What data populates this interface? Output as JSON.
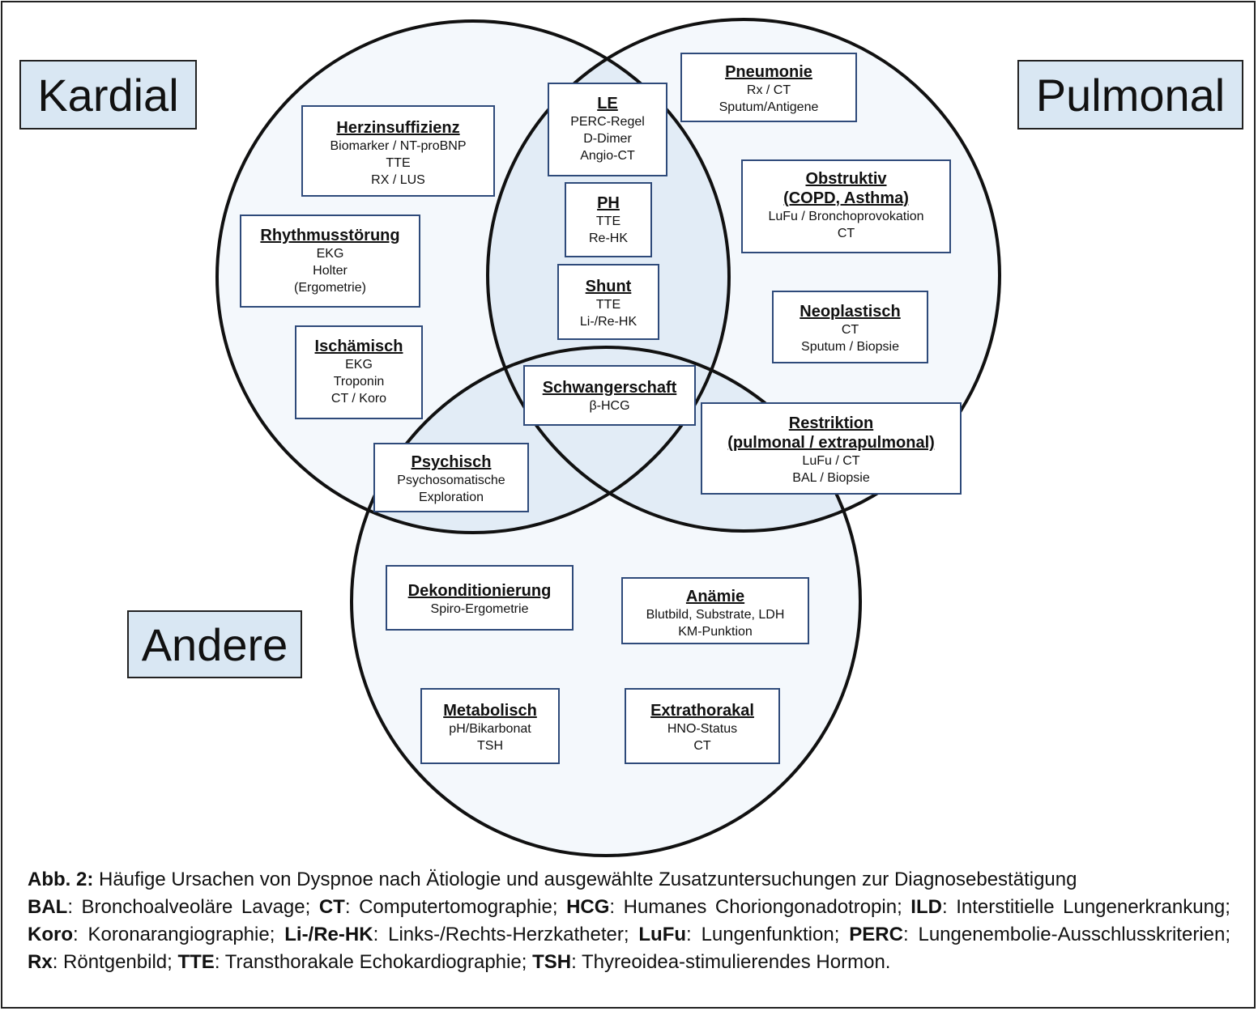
{
  "categories": {
    "kardial": "Kardial",
    "pulmonal": "Pulmonal",
    "andere": "Andere"
  },
  "colors": {
    "circle_fill": "#f4f8fc",
    "overlap_fill": "#e2ecf6",
    "category_bg": "#d9e7f3",
    "box_border": "#2e4a7a"
  },
  "boxes": {
    "herzinsuffizienz": {
      "title": "Herzinsuffizienz",
      "lines": [
        "Biomarker / NT-proBNP",
        "TTE",
        "RX / LUS"
      ]
    },
    "rhythmus": {
      "title": "Rhythmusstörung",
      "lines": [
        "EKG",
        "Holter",
        "(Ergometrie)"
      ]
    },
    "ischaemisch": {
      "title": "Ischämisch",
      "lines": [
        "EKG",
        "Troponin",
        "CT / Koro"
      ]
    },
    "le": {
      "title": "LE",
      "lines": [
        "PERC-Regel",
        "D-Dimer",
        "Angio-CT"
      ]
    },
    "ph": {
      "title": "PH",
      "lines": [
        "TTE",
        "Re-HK"
      ]
    },
    "shunt": {
      "title": "Shunt",
      "lines": [
        "TTE",
        "Li-/Re-HK"
      ]
    },
    "schwangerschaft": {
      "title": "Schwangerschaft",
      "lines": [
        "β-HCG"
      ]
    },
    "pneumonie": {
      "title": "Pneumonie",
      "lines": [
        "Rx / CT",
        "Sputum/Antigene"
      ]
    },
    "obstruktiv": {
      "title": "Obstruktiv",
      "title2": "(COPD, Asthma)",
      "lines": [
        "LuFu / Bronchoprovokation",
        "CT"
      ]
    },
    "neoplastisch": {
      "title": "Neoplastisch",
      "lines": [
        "CT",
        "Sputum / Biopsie"
      ]
    },
    "restriktion": {
      "title": "Restriktion",
      "title2": "(pulmonal / extrapulmonal)",
      "lines": [
        "LuFu / CT",
        "BAL / Biopsie"
      ]
    },
    "psychisch": {
      "title": "Psychisch",
      "lines": [
        "Psychosomatische",
        "Exploration"
      ]
    },
    "dekonditionierung": {
      "title": "Dekonditionierung",
      "lines": [
        "Spiro-Ergometrie"
      ]
    },
    "anaemie": {
      "title": "Anämie",
      "lines": [
        "Blutbild, Substrate, LDH",
        "KM-Punktion"
      ]
    },
    "metabolisch": {
      "title": "Metabolisch",
      "lines": [
        "pH/Bikarbonat",
        "TSH"
      ]
    },
    "extrathorakal": {
      "title": "Extrathorakal",
      "lines": [
        "HNO-Status",
        "CT"
      ]
    }
  },
  "caption": {
    "label": "Abb. 2:",
    "text": "Häufige Ursachen von Dyspnoe nach Ätiologie und ausgewählte Zusatzuntersuchungen zur Diagnosebestätigung",
    "abbreviations": [
      {
        "abbr": "BAL",
        "def": "Bronchoalveoläre Lavage"
      },
      {
        "abbr": "CT",
        "def": "Computertomographie"
      },
      {
        "abbr": "HCG",
        "def": "Humanes Choriongonadotropin"
      },
      {
        "abbr": "ILD",
        "def": "Interstitielle Lungenerkrankung"
      },
      {
        "abbr": "Koro",
        "def": "Koronarangiographie"
      },
      {
        "abbr": "Li-/Re-HK",
        "def": "Links-/Rechts-Herzkatheter"
      },
      {
        "abbr": "LuFu",
        "def": "Lungenfunktion"
      },
      {
        "abbr": "PERC",
        "def": "Lungenembolie-Ausschlusskriterien"
      },
      {
        "abbr": "Rx",
        "def": "Röntgenbild"
      },
      {
        "abbr": "TTE",
        "def": "Transthorakale Echokardiographie"
      },
      {
        "abbr": "TSH",
        "def": "Thyreoidea-stimulierendes Hormon"
      }
    ]
  }
}
